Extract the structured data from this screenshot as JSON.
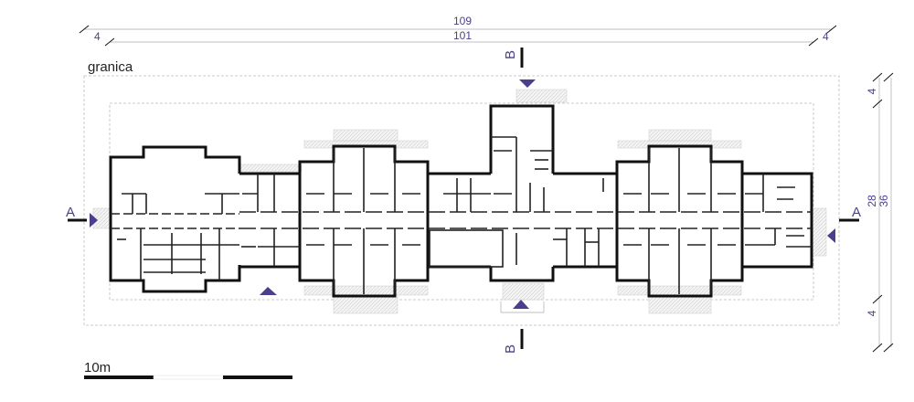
{
  "dimensions": {
    "total_width": "109",
    "building_width": "101",
    "left_offset": "4",
    "right_offset": "4",
    "total_depth": "36",
    "building_depth": "28",
    "top_offset": "4",
    "bottom_offset": "4"
  },
  "labels": {
    "boundary": "granica",
    "scale": "10m"
  },
  "sections": {
    "a_left": "A",
    "a_right": "A",
    "b_top": "B",
    "b_bottom": "B"
  },
  "colors": {
    "accent": "#4a3f8c",
    "wall": "#111111"
  }
}
